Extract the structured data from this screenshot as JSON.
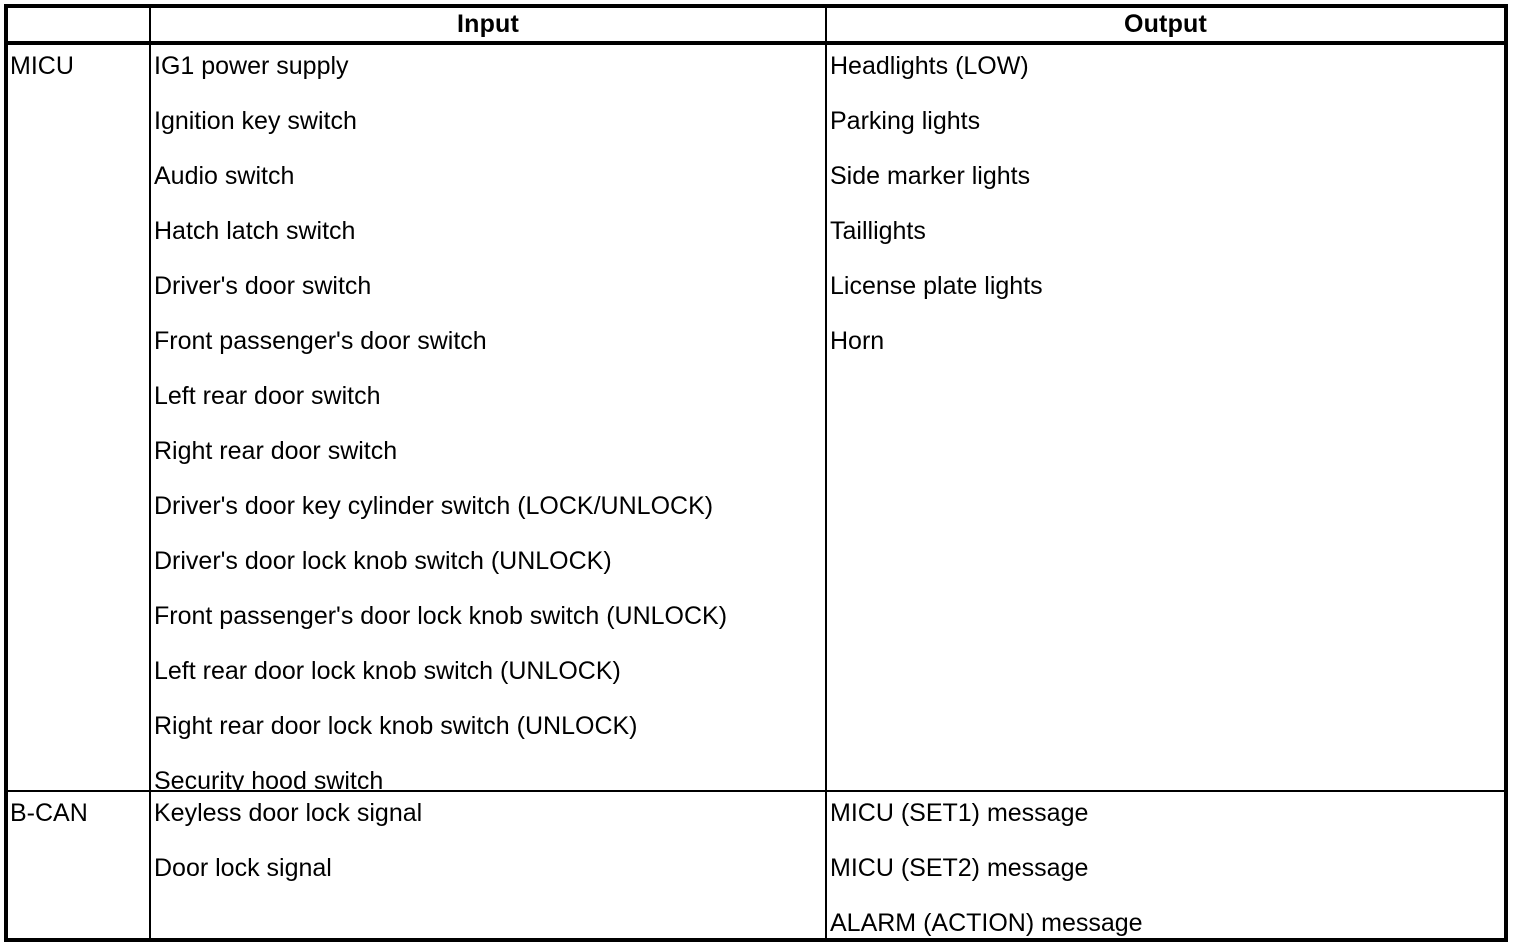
{
  "colors": {
    "border": "#000000",
    "background": "#ffffff",
    "text": "#000000"
  },
  "table": {
    "header": {
      "corner": "",
      "input": "Input",
      "output": "Output"
    },
    "rows": [
      {
        "label": "MICU",
        "inputs": [
          "IG1 power supply",
          "Ignition key switch",
          "Audio switch",
          "Hatch latch switch",
          "Driver's door switch",
          "Front passenger's door switch",
          "Left rear door switch",
          "Right rear door switch",
          "Driver's door key cylinder switch (LOCK/UNLOCK)",
          "Driver's door lock knob switch (UNLOCK)",
          "Front passenger's door lock knob switch (UNLOCK)",
          "Left rear door lock knob switch (UNLOCK)",
          "Right rear door lock knob switch (UNLOCK)",
          "Security hood switch"
        ],
        "outputs": [
          "Headlights (LOW)",
          "Parking lights",
          "Side marker lights",
          "Taillights",
          "License plate lights",
          "Horn"
        ]
      },
      {
        "label": "B-CAN",
        "inputs": [
          "Keyless door lock signal",
          "Door lock signal"
        ],
        "outputs": [
          "MICU (SET1) message",
          "MICU (SET2) message",
          "ALARM (ACTION) message"
        ]
      }
    ]
  }
}
